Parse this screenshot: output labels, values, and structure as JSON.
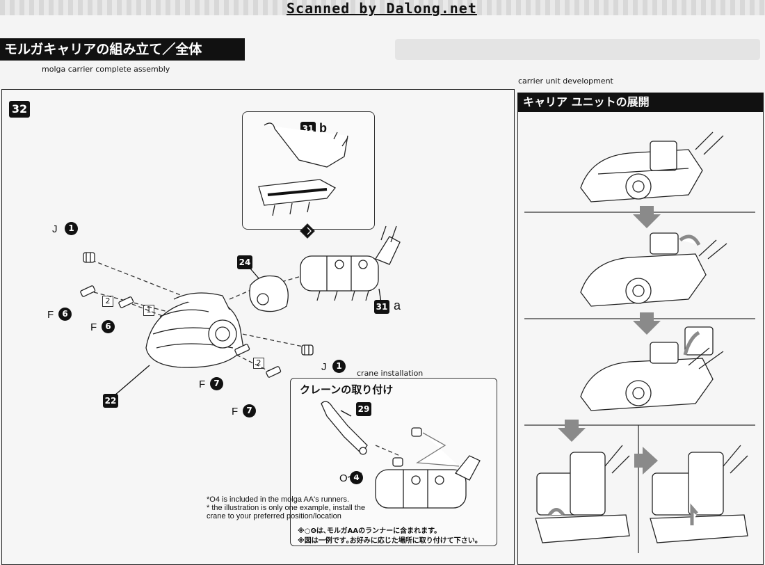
{
  "header": {
    "scan_credit": "Scanned by Dalong.net",
    "title_jp": "モルガキャリアの組み立て／全体",
    "subtitle_en": "molga carrier complete assembly"
  },
  "main": {
    "step_number": "32",
    "callout": {
      "part": "31",
      "letter": "b"
    },
    "parts": [
      {
        "letter": "J",
        "num": "1"
      },
      {
        "letter": "F",
        "num": "6"
      },
      {
        "letter": "F",
        "num": "6"
      },
      {
        "letter": "F",
        "num": "7"
      },
      {
        "letter": "F",
        "num": "7"
      },
      {
        "letter": "J",
        "num": "1"
      }
    ],
    "assemblies": [
      {
        "num": "24"
      },
      {
        "num": "31",
        "letter": "a"
      },
      {
        "num": "22"
      }
    ],
    "order_marks": [
      "2",
      "1",
      "1",
      "2"
    ]
  },
  "crane": {
    "label_en": "crane installation",
    "title_jp": "クレーンの取り付け",
    "part_num": "29",
    "runner_part": {
      "letter": "O",
      "num": "4"
    },
    "notes_en": [
      "*O4 is included in the molga AA's runners.",
      "* the illustration is only one example, install the",
      "crane to your preferred position/location"
    ],
    "notes_jp": [
      "※○❹は､モルガAAのランナーに含まれます。",
      "※図は一例です｡お好みに応じた場所に取り付けて下さい。"
    ]
  },
  "development": {
    "label_en": "carrier unit development",
    "title_jp": "キャリア ユニットの展開"
  },
  "colors": {
    "ink": "#111111",
    "paper": "#f4f4f4",
    "arrow_gray": "#8a8a8a"
  }
}
